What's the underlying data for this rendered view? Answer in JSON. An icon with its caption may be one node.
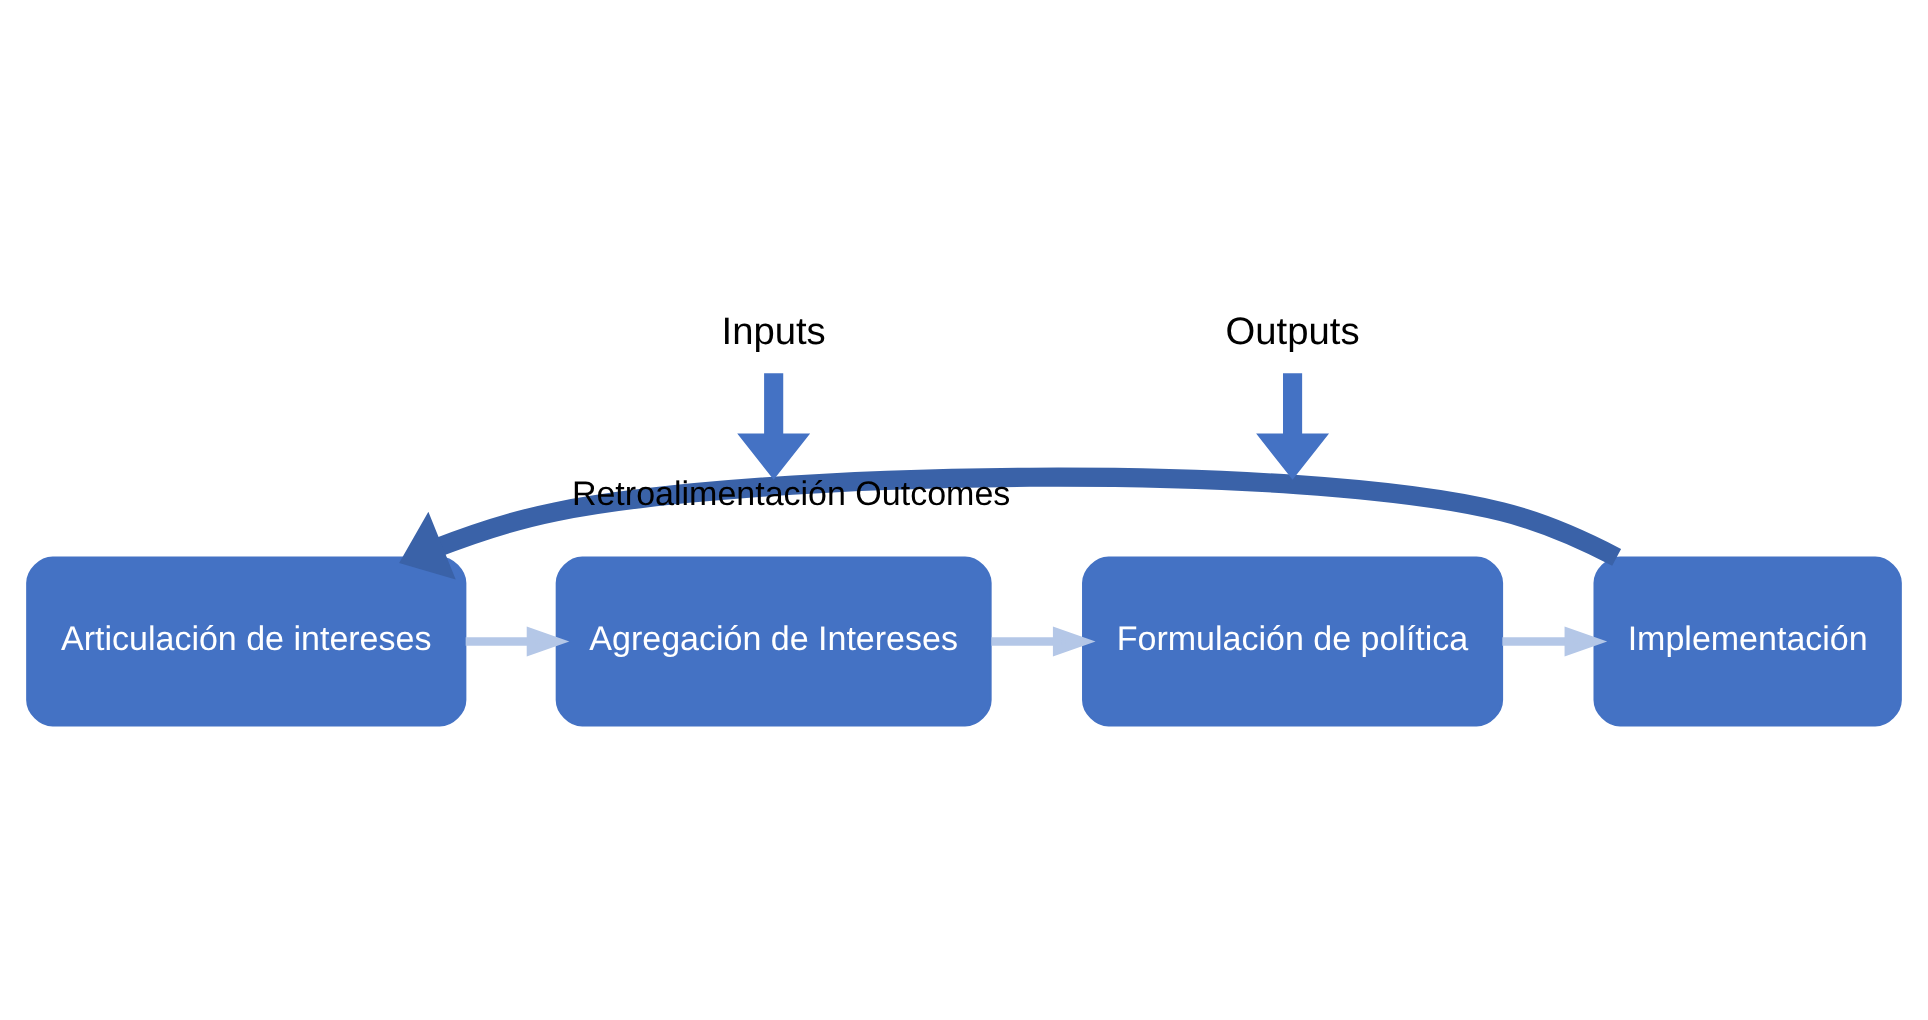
{
  "diagram": {
    "nodes": [
      {
        "text": [
          "Articulación de intereses"
        ]
      },
      {
        "text": [
          "Agregación de Intereses"
        ]
      },
      {
        "text": [
          "Formulación de política"
        ]
      },
      {
        "text": [
          "Implementación"
        ]
      },
      {
        "text": [
          "Inputs"
        ]
      },
      {
        "text": [
          "Outputs"
        ]
      }
    ],
    "edges": [
      {
        "from": 0,
        "to": 1,
        "arrow": "to"
      },
      {
        "from": 1,
        "to": 2,
        "arrow": "to"
      },
      {
        "from": 2,
        "to": 3,
        "arrow": "to"
      },
      {
        "from": 3,
        "to": 0,
        "arrow": "to",
        "label": "Retroalimentación Outcomes",
        "style": "thick",
        "color": "#3a62a8"
      },
      {
        "from": 4,
        "to": null,
        "arrow": "to",
        "style": "thick",
        "color": "#4472c4"
      },
      {
        "from": 5,
        "to": null,
        "arrow": "to",
        "style": "thick",
        "color": "#4472c4"
      }
    ]
  }
}
